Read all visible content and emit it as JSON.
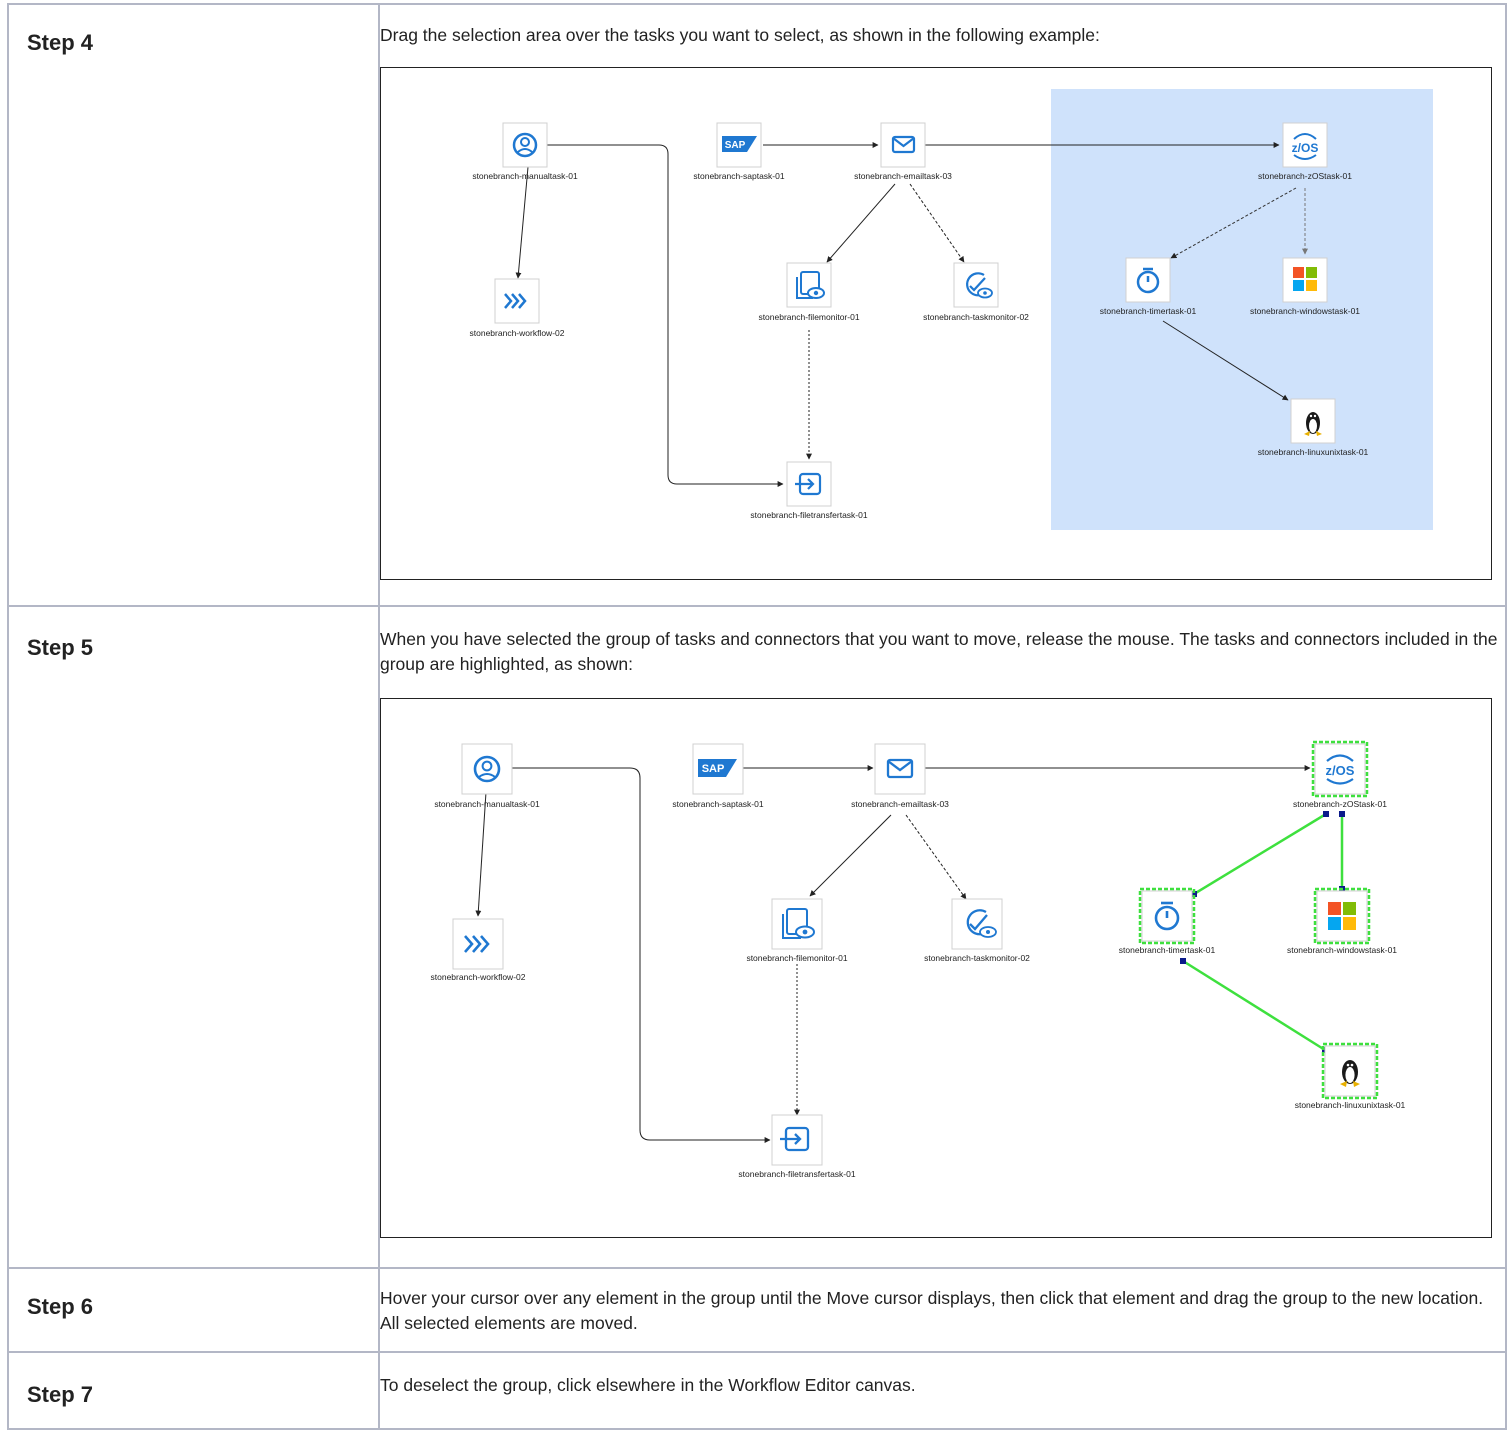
{
  "steps": [
    {
      "label": "Step 4",
      "text": "Drag the selection area over the tasks you want to select, as shown in the following example:"
    },
    {
      "label": "Step 5",
      "text": "When you have selected the group of tasks and connectors that you want to move, release the mouse. The tasks and connectors included in the group are highlighted, as shown:"
    },
    {
      "label": "Step 6",
      "text": "Hover your cursor over any element in the group until the Move cursor displays, then click that element and drag the group to the new location. All selected elements are moved."
    },
    {
      "label": "Step 7",
      "text": "To deselect the group, click elsewhere in the Workflow Editor canvas."
    }
  ],
  "tasks": {
    "manual": "stonebranch-manualtask-01",
    "workflow": "stonebranch-workflow-02",
    "sap": "stonebranch-saptask-01",
    "email": "stonebranch-emailtask-03",
    "filemonitor": "stonebranch-filemonitor-01",
    "taskmonitor": "stonebranch-taskmonitor-02",
    "filetransfer": "stonebranch-filetransfertask-01",
    "zos": "stonebranch-zOStask-01",
    "timer": "stonebranch-timertask-01",
    "windows": "stonebranch-windowstask-01",
    "linux": "stonebranch-linuxunixtask-01"
  },
  "icons": {
    "manual": "user-circle-icon",
    "workflow": "workflow-chevrons-icon",
    "sap": "sap-logo-icon",
    "email": "envelope-icon",
    "filemonitor": "file-monitor-eye-icon",
    "taskmonitor": "task-monitor-check-icon",
    "filetransfer": "file-transfer-arrow-icon",
    "zos": "zos-icon",
    "timer": "stopwatch-icon",
    "windows": "windows-logo-icon",
    "linux": "linux-penguin-icon"
  },
  "sap_logo_text": "SAP",
  "zos_logo_text": "z/OS",
  "colors": {
    "icon_blue": "#1f78d1",
    "selection_fill": "#cfe2fb",
    "selected_green": "#3ee03e",
    "handle_navy": "#0a1a8a"
  }
}
